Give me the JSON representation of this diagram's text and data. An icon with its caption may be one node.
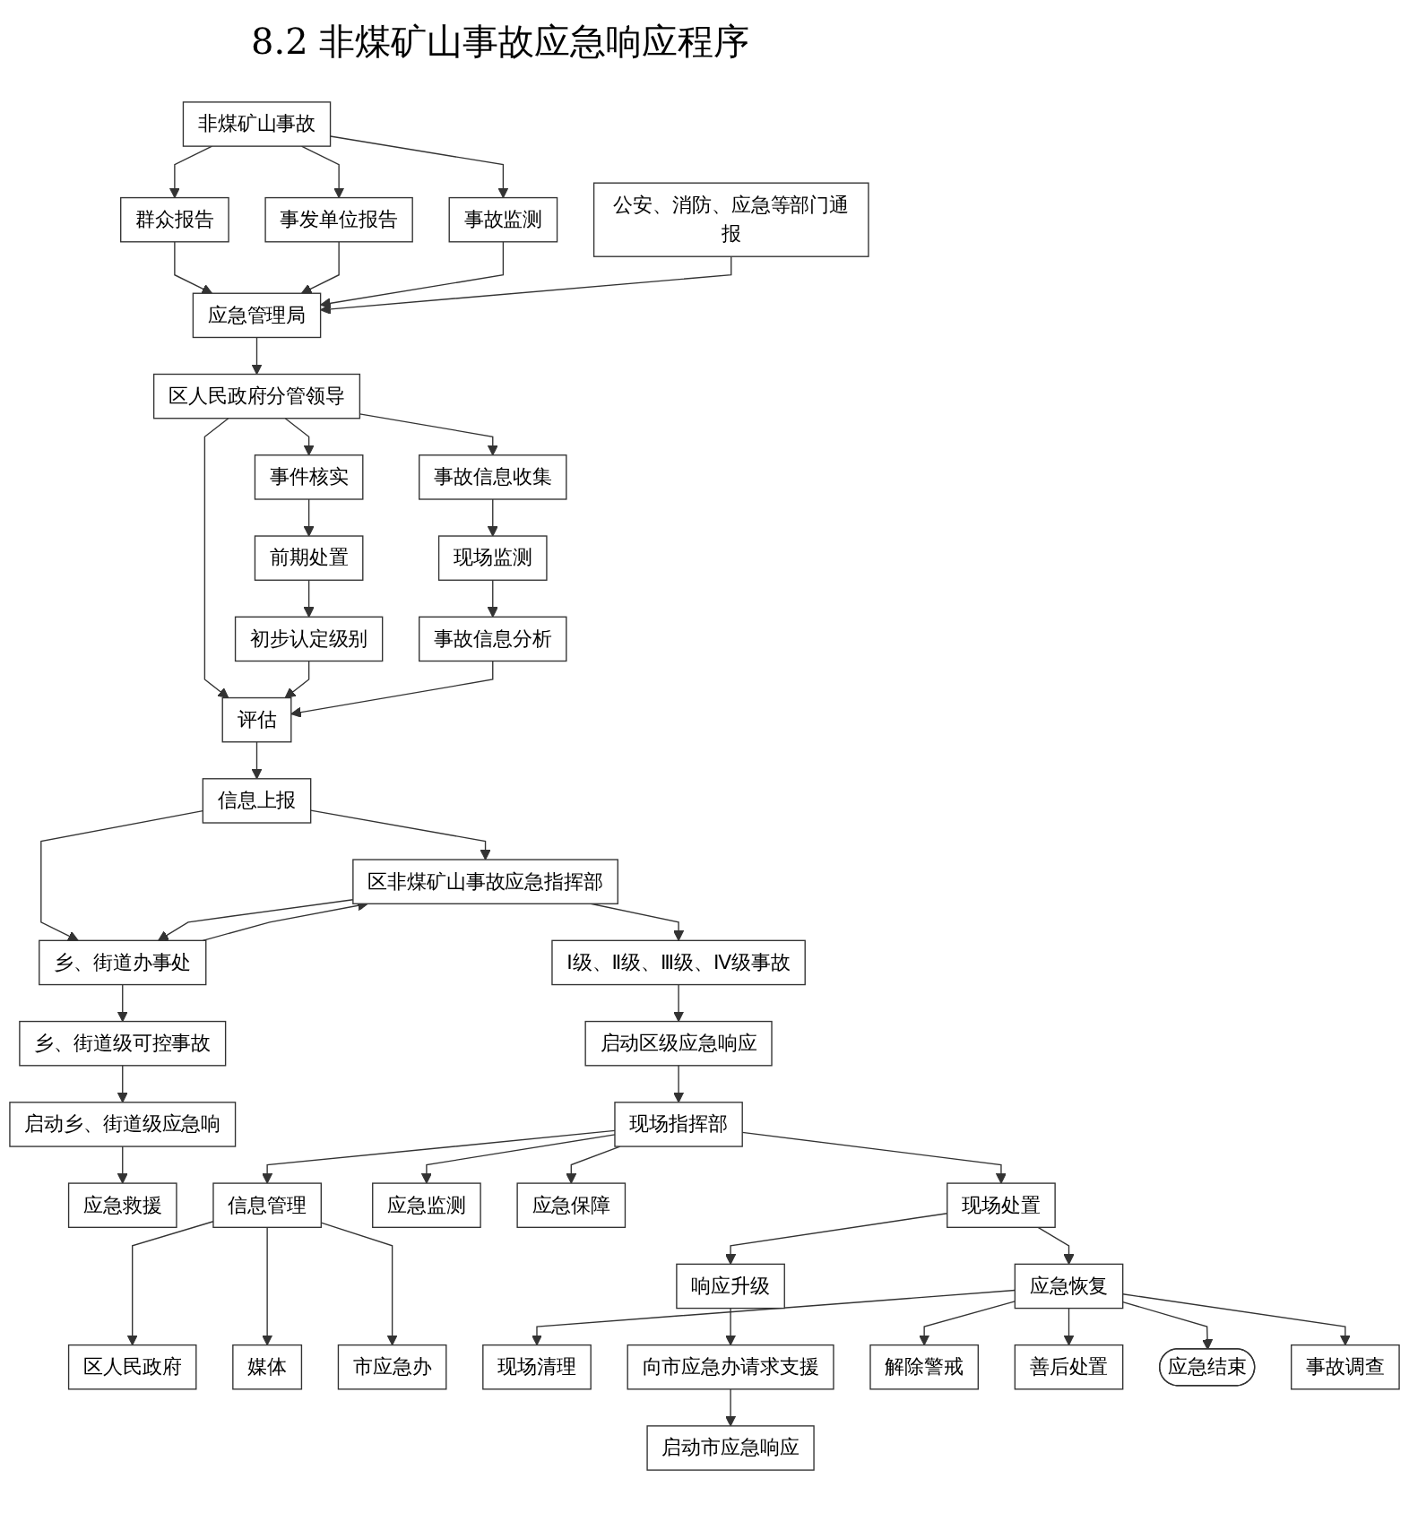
{
  "diagram": {
    "title": "8.2 非煤矿山事故应急响应程序",
    "nodes": [
      {
        "text": [
          "非煤矿山事故"
        ]
      },
      {
        "text": [
          "公安、消防、应急等部门通报"
        ]
      },
      {
        "text": [
          "群众报告"
        ]
      },
      {
        "text": [
          "事发单位报告"
        ]
      },
      {
        "text": [
          "事故监测"
        ]
      },
      {
        "text": [
          "应急管理局"
        ]
      },
      {
        "text": [
          "区人民政府分管领导"
        ]
      },
      {
        "text": [
          "事件核实"
        ]
      },
      {
        "text": [
          "评估"
        ]
      },
      {
        "text": [
          "事故信息收集"
        ]
      },
      {
        "text": [
          "前期处置"
        ]
      },
      {
        "text": [
          "现场监测"
        ]
      },
      {
        "text": [
          "信息上报"
        ]
      },
      {
        "text": [
          "初步认定级别"
        ]
      },
      {
        "text": [
          "事故信息分析"
        ]
      },
      {
        "text": [
          "区非煤矿山事故应急指挥部"
        ]
      },
      {
        "text": [
          "乡、街道办事处"
        ]
      },
      {
        "text": [
          "Ⅰ级、Ⅱ级、Ⅲ级、Ⅳ级事故"
        ]
      },
      {
        "text": [
          "乡、街道级可控事故"
        ]
      },
      {
        "text": [
          "启动区级应急响应"
        ]
      },
      {
        "text": [
          "启动乡、街道级应急响"
        ]
      },
      {
        "text": [
          "现场指挥部"
        ]
      },
      {
        "text": [
          "应急救援"
        ]
      },
      {
        "text": [
          "现场处置"
        ]
      },
      {
        "text": [
          "应急监测"
        ]
      },
      {
        "text": [
          "应急保障"
        ]
      },
      {
        "text": [
          "信息管理"
        ]
      },
      {
        "text": [
          "应急恢复"
        ]
      },
      {
        "text": [
          "响应升级"
        ]
      },
      {
        "text": [
          "区人民政府"
        ]
      },
      {
        "text": [
          "媒体"
        ]
      },
      {
        "text": [
          "市应急办"
        ]
      },
      {
        "text": [
          "现场清理"
        ]
      },
      {
        "text": [
          "向市应急办请求支援"
        ]
      },
      {
        "text": [
          "启动市应急响应"
        ]
      },
      {
        "text": [
          "解除警戒"
        ]
      },
      {
        "text": [
          "善后处置"
        ]
      },
      {
        "text": [
          "应急结束"
        ]
      },
      {
        "text": [
          "事故调查"
        ]
      }
    ],
    "edges": [
      {
        "from": 0,
        "to": 2,
        "arrow": "to"
      },
      {
        "from": 0,
        "to": 3,
        "arrow": "to"
      },
      {
        "from": 0,
        "to": 4,
        "arrow": "to"
      },
      {
        "from": 2,
        "to": 5,
        "arrow": "to"
      },
      {
        "from": 3,
        "to": 5,
        "arrow": "to"
      },
      {
        "from": 4,
        "to": 5,
        "arrow": "to"
      },
      {
        "from": 1,
        "to": 5,
        "arrow": "to"
      },
      {
        "from": 5,
        "to": 6,
        "arrow": "to"
      },
      {
        "from": 6,
        "to": 7,
        "arrow": "to"
      },
      {
        "from": 6,
        "to": 8,
        "arrow": "to"
      },
      {
        "from": 6,
        "to": 9,
        "arrow": "to"
      },
      {
        "from": 7,
        "to": 10,
        "arrow": "to"
      },
      {
        "from": 10,
        "to": 13,
        "arrow": "to"
      },
      {
        "from": 13,
        "to": 8,
        "arrow": "to"
      },
      {
        "from": 9,
        "to": 11,
        "arrow": "to"
      },
      {
        "from": 11,
        "to": 14,
        "arrow": "to"
      },
      {
        "from": 14,
        "to": 8,
        "arrow": "to"
      },
      {
        "from": 8,
        "to": 12,
        "arrow": "to"
      },
      {
        "from": 12,
        "to": 15,
        "arrow": "to"
      },
      {
        "from": 12,
        "to": 16,
        "arrow": "to"
      },
      {
        "from": 15,
        "to": 16,
        "arrow": "to"
      },
      {
        "from": 16,
        "to": 15,
        "arrow": "to"
      },
      {
        "from": 15,
        "to": 17,
        "arrow": "to"
      },
      {
        "from": 16,
        "to": 18,
        "arrow": "to"
      },
      {
        "from": 17,
        "to": 19,
        "arrow": "to"
      },
      {
        "from": 18,
        "to": 20,
        "arrow": "to"
      },
      {
        "from": 19,
        "to": 21,
        "arrow": "to"
      },
      {
        "from": 20,
        "to": 22,
        "arrow": "to"
      },
      {
        "from": 21,
        "to": 23,
        "arrow": "to"
      },
      {
        "from": 21,
        "to": 24,
        "arrow": "to"
      },
      {
        "from": 21,
        "to": 25,
        "arrow": "to"
      },
      {
        "from": 21,
        "to": 26,
        "arrow": "to"
      },
      {
        "from": 23,
        "to": 27,
        "arrow": "to"
      },
      {
        "from": 23,
        "to": 28,
        "arrow": "to"
      },
      {
        "from": 26,
        "to": 29,
        "arrow": "to"
      },
      {
        "from": 26,
        "to": 30,
        "arrow": "to"
      },
      {
        "from": 26,
        "to": 31,
        "arrow": "to"
      },
      {
        "from": 27,
        "to": 32,
        "arrow": "to"
      },
      {
        "from": 27,
        "to": 35,
        "arrow": "to"
      },
      {
        "from": 27,
        "to": 36,
        "arrow": "to"
      },
      {
        "from": 27,
        "to": 38,
        "arrow": "to"
      },
      {
        "from": 27,
        "to": 37,
        "arrow": "to"
      },
      {
        "from": 28,
        "to": 33,
        "arrow": "to"
      },
      {
        "from": 33,
        "to": 34,
        "arrow": "to"
      }
    ]
  }
}
